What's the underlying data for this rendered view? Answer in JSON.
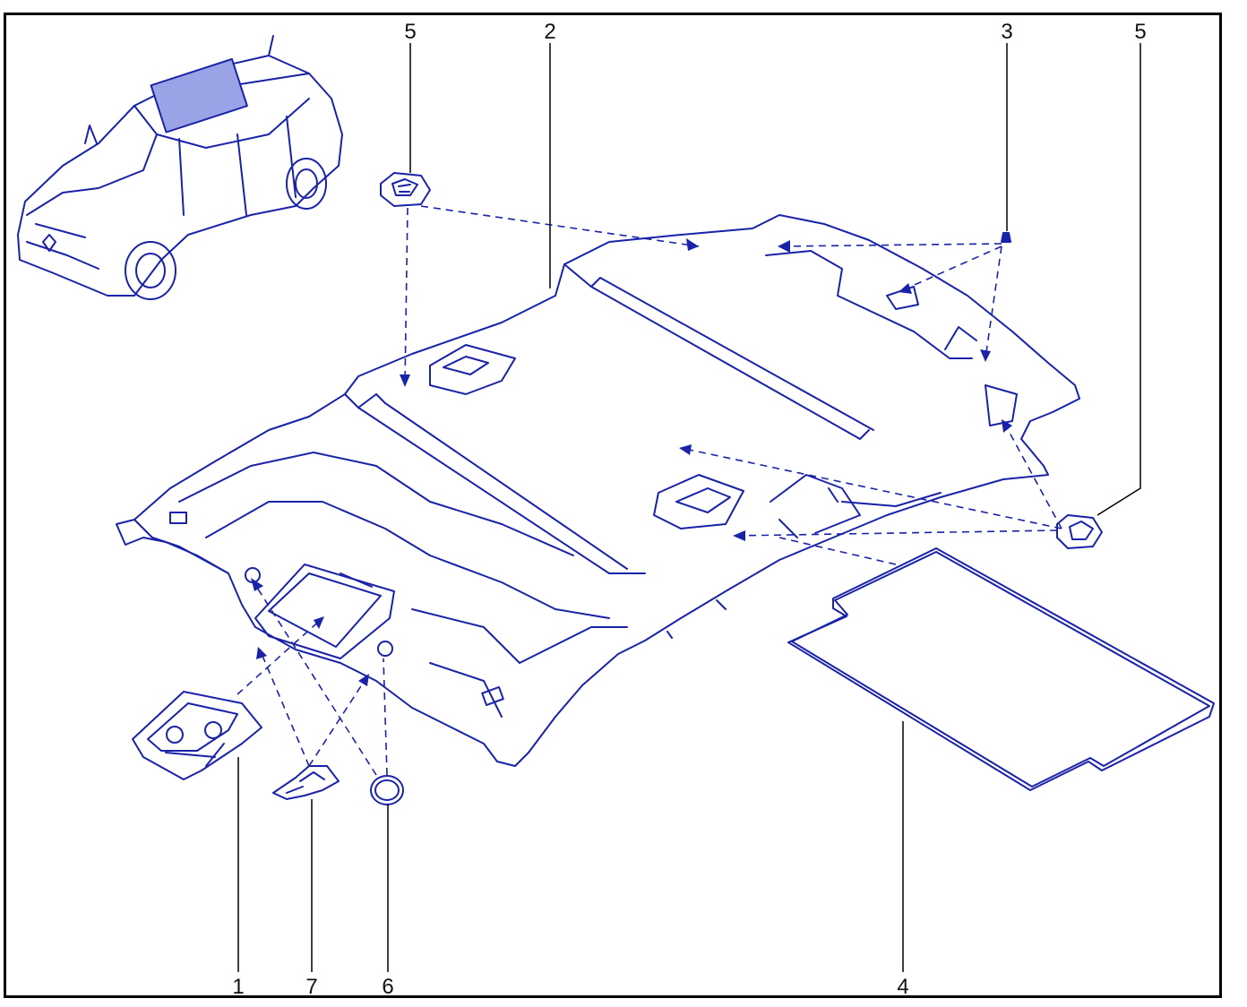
{
  "colors": {
    "drawing": "#1a22a8",
    "leader": "#000000",
    "frame": "#000000"
  },
  "callouts": [
    {
      "id": "c5a",
      "label": "5"
    },
    {
      "id": "c2",
      "label": "2"
    },
    {
      "id": "c3",
      "label": "3"
    },
    {
      "id": "c5b",
      "label": "5"
    },
    {
      "id": "c1",
      "label": "1"
    },
    {
      "id": "c7",
      "label": "7"
    },
    {
      "id": "c6",
      "label": "6"
    },
    {
      "id": "c4",
      "label": "4"
    }
  ]
}
